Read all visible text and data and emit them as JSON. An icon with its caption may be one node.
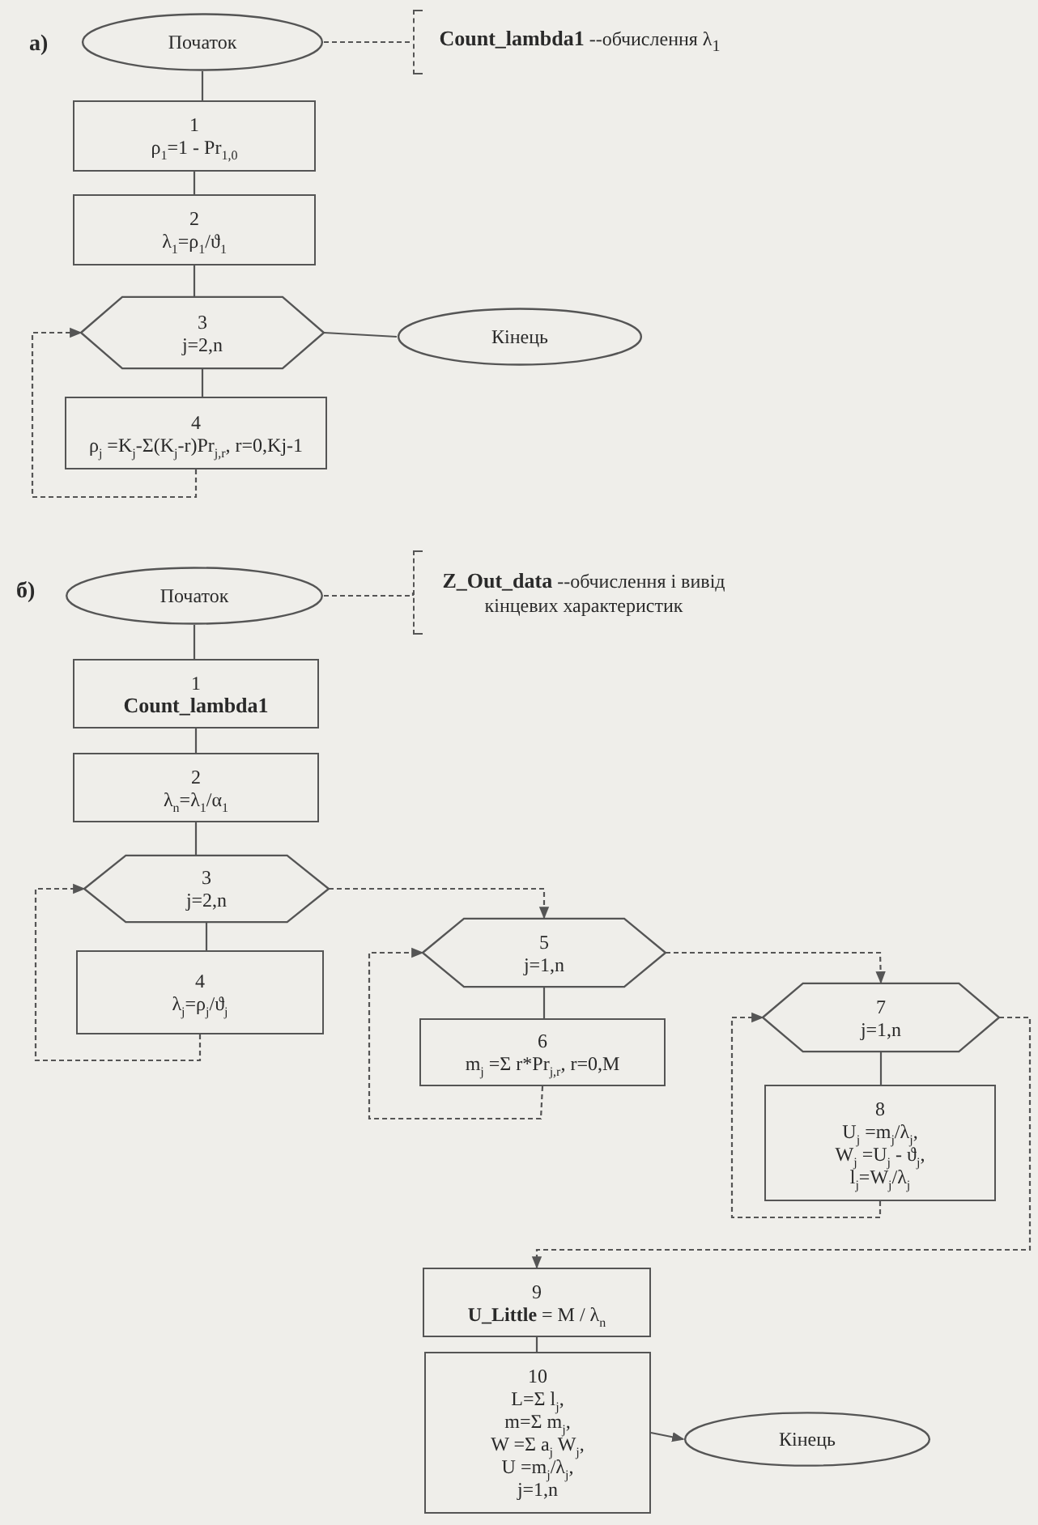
{
  "diagram": {
    "nodes": [
      {
        "text": [
          "Початок"
        ]
      },
      {
        "text": [
          "**Count_lambda1** --обчислення λ$_{1}$"
        ]
      },
      {
        "text": [
          "1",
          "ρ$_{1}$=1 - Pr$_{1,0}$"
        ]
      },
      {
        "text": [
          "2",
          "λ$_{1}$=ρ$_{1}$/ϑ$_{1}$"
        ]
      },
      {
        "text": [
          "3",
          "j=2,n"
        ]
      },
      {
        "text": [
          "Кінець"
        ]
      },
      {
        "text": [
          "4",
          "ρ$_{j}$ =K$_{j}$-Σ(K$_{j}$-r)Pr$_{j,r}$, r=0,Kj-1"
        ]
      },
      {
        "text": [
          "Початок"
        ]
      },
      {
        "text": [
          "**Z_Out_data** --обчислення і вивід кінцевих характеристик"
        ]
      },
      {
        "text": [
          "1",
          "Count_lambda1"
        ]
      },
      {
        "text": [
          "2",
          "λ$_{n}$=λ$_{1}$/α$_{1}$"
        ]
      },
      {
        "text": [
          "3",
          "j=2,n"
        ]
      },
      {
        "text": [
          "4",
          "λ$_{j}$=ρ$_{j}$/ϑ$_{j}$"
        ]
      },
      {
        "text": [
          "5",
          "j=1,n"
        ]
      },
      {
        "text": [
          "6",
          "m$_{j}$ =Σ r*Pr$_{j,r}$, r=0,M"
        ]
      },
      {
        "text": [
          "7",
          "j=1,n"
        ]
      },
      {
        "text": [
          "8",
          "U$_{j}$ =m$_{j}$/λ$_{j}$,",
          "W$_{j}$ =U$_{j}$ - ϑ$_{j}$,",
          "l$_{j}$=W$_{j}$/λ$_{j}$"
        ]
      },
      {
        "text": [
          "9",
          "**U_Little** = M / λ$_{n}$"
        ]
      },
      {
        "text": [
          "10",
          "L=Σ l$_{j}$,",
          "m=Σ m$_{j}$,",
          "W =Σ a$_{j}$ W$_{j}$,",
          "U =m$_{j}$/λ$_{j}$,",
          "j=1,n"
        ]
      },
      {
        "text": [
          "Кінець"
        ]
      }
    ],
    "edges": [
      {
        "from": 0,
        "to": 2,
        "arrow": "none"
      },
      {
        "from": 2,
        "to": 3,
        "arrow": "none"
      },
      {
        "from": 3,
        "to": 4,
        "arrow": "none"
      },
      {
        "from": 4,
        "to": 6,
        "arrow": "none"
      },
      {
        "from": 4,
        "to": 5,
        "arrow": "none"
      },
      {
        "from": 6,
        "to": 4,
        "arrow": "to",
        "style": "dashed"
      },
      {
        "from": 0,
        "to": 1,
        "arrow": "none",
        "style": "dashed"
      },
      {
        "from": 7,
        "to": 9,
        "arrow": "none"
      },
      {
        "from": 9,
        "to": 10,
        "arrow": "none"
      },
      {
        "from": 10,
        "to": 11,
        "arrow": "none"
      },
      {
        "from": 11,
        "to": 12,
        "arrow": "none"
      },
      {
        "from": 12,
        "to": 11,
        "arrow": "to",
        "style": "dashed"
      },
      {
        "from": 7,
        "to": 8,
        "arrow": "none",
        "style": "dashed"
      },
      {
        "from": 11,
        "to": 13,
        "arrow": "to",
        "style": "dashed"
      },
      {
        "from": 13,
        "to": 14,
        "arrow": "none"
      },
      {
        "from": 14,
        "to": 13,
        "arrow": "to",
        "style": "dashed"
      },
      {
        "from": 13,
        "to": 15,
        "arrow": "to",
        "style": "dashed"
      },
      {
        "from": 15,
        "to": 16,
        "arrow": "none"
      },
      {
        "from": 16,
        "to": 15,
        "arrow": "to",
        "style": "dashed"
      },
      {
        "from": 15,
        "to": 17,
        "arrow": "to",
        "style": "dashed"
      },
      {
        "from": 17,
        "to": 18,
        "arrow": "none"
      },
      {
        "from": 18,
        "to": 19,
        "arrow": "to"
      }
    ],
    "labels": [
      "а)",
      "б)"
    ]
  }
}
